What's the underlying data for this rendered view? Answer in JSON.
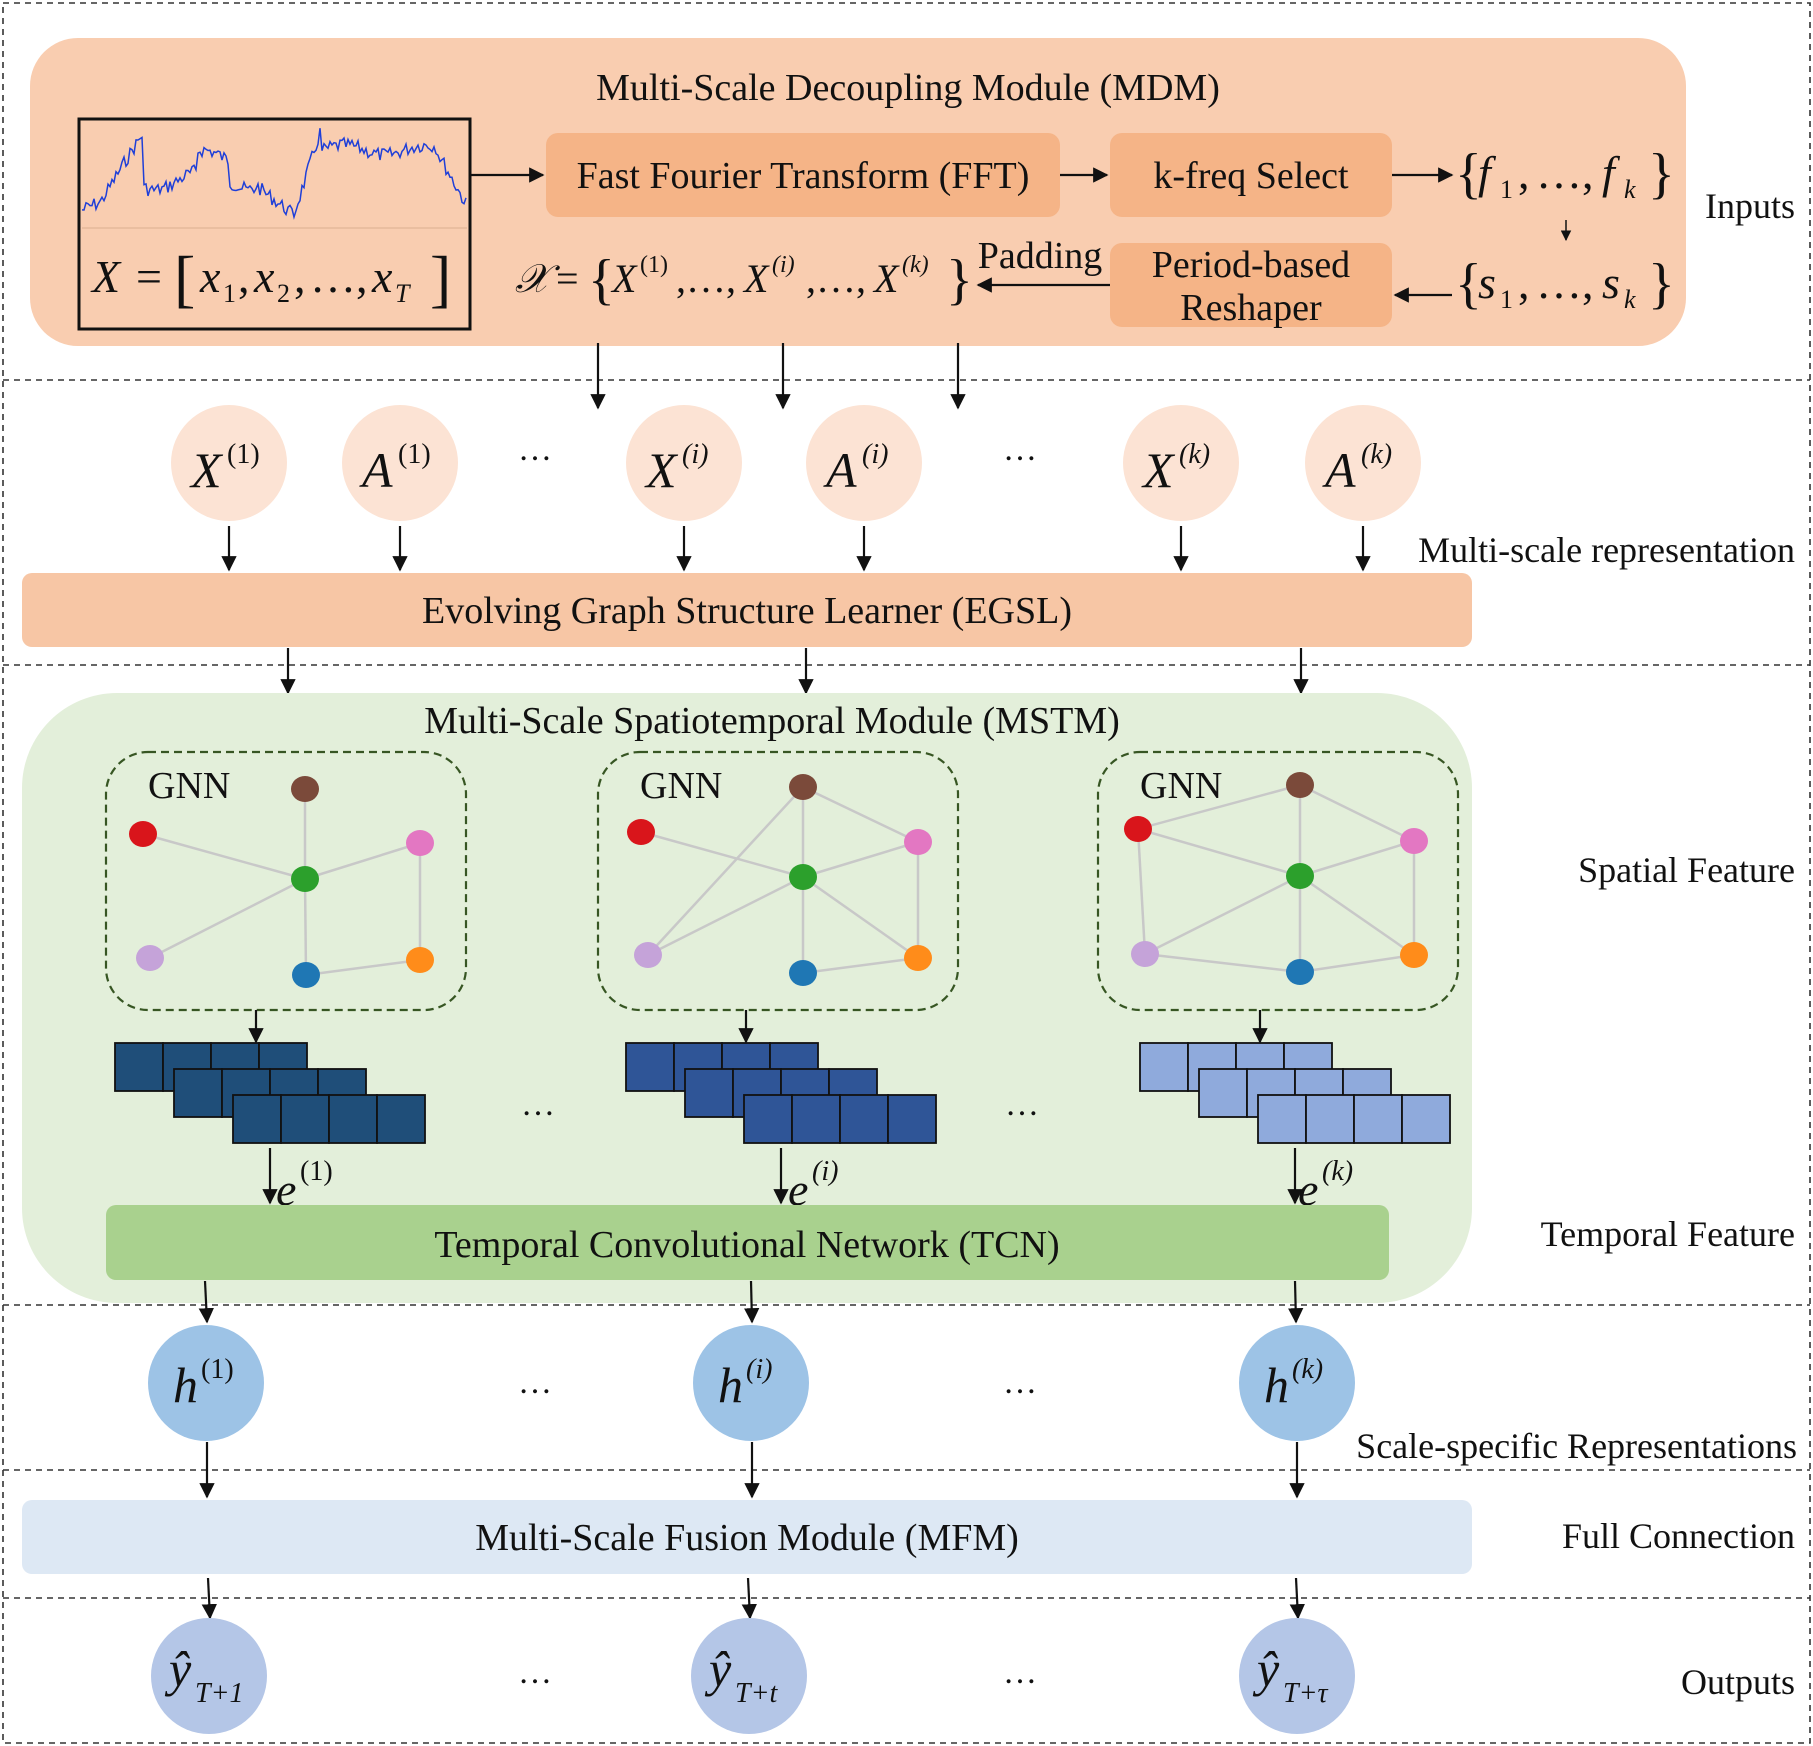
{
  "colors": {
    "mdm_bg": "#f9cdb0",
    "mdm_block": "#f5b487",
    "egsl_bg": "#f7c6a5",
    "node_pale": "#fce3d4",
    "mstm_bg": "#e3efda",
    "tcn": "#a9d18e",
    "h_node": "#9dc3e6",
    "mfm": "#dde8f4",
    "y_node": "#b4c6e7",
    "emb_dark1": "#1f4e79",
    "emb_dark2": "#2f5597",
    "emb_light": "#8faadc",
    "gnn_border": "#375623",
    "series": "#1f3fd8"
  },
  "mdm": {
    "title": "Multi-Scale Decoupling Module (MDM)",
    "input_formula": {
      "lhs": "X",
      "rhs_vars": [
        "x1",
        "x2",
        "xT"
      ]
    },
    "fft": "Fast Fourier Transform (FFT)",
    "kfreq": "k-freq Select",
    "freq_set": "{ f1, …, fk }",
    "period_set": "{ s1, …, sk }",
    "reshaper": [
      "Period-based",
      "Reshaper"
    ],
    "padding": "Padding",
    "decoupled_set": "𝒳 = { X(1), …, X(i), …, X(k) }"
  },
  "side_labels": {
    "inputs": "Inputs",
    "multi_scale_repr": "Multi-scale representation",
    "spatial": "Spatial Feature",
    "temporal": "Temporal Feature",
    "scale_specific": "Scale-specific Representations",
    "full_connection": "Full Connection",
    "outputs": "Outputs"
  },
  "scale_nodes": [
    {
      "base": "X",
      "sup": "(1)"
    },
    {
      "base": "A",
      "sup": "(1)"
    },
    {
      "base": "X",
      "sup": "(i)"
    },
    {
      "base": "A",
      "sup": "(i)"
    },
    {
      "base": "X",
      "sup": "(k)"
    },
    {
      "base": "A",
      "sup": "(k)"
    }
  ],
  "ellipsis": "…",
  "egsl": "Evolving Graph Structure Learner (EGSL)",
  "mstm": {
    "title": "Multi-Scale Spatiotemporal Module (MSTM)",
    "gnn_label": "GNN",
    "embeddings": [
      {
        "base": "e",
        "sup": "(1)"
      },
      {
        "base": "e",
        "sup": "(i)"
      },
      {
        "base": "e",
        "sup": "(k)"
      }
    ],
    "tcn": "Temporal Convolutional Network (TCN)"
  },
  "node_colors": {
    "brown": "#7b4a3a",
    "red": "#d9151b",
    "pink": "#e377c2",
    "green": "#2ca02c",
    "purple": "#c5a3d9",
    "blue": "#1f77b4",
    "orange": "#ff8c1a"
  },
  "h_nodes": [
    {
      "base": "h",
      "sup": "(1)"
    },
    {
      "base": "h",
      "sup": "(i)"
    },
    {
      "base": "h",
      "sup": "(k)"
    }
  ],
  "mfm": "Multi-Scale Fusion Module (MFM)",
  "outputs": [
    {
      "base": "ŷ",
      "sub": "T+1"
    },
    {
      "base": "ŷ",
      "sub": "T+t"
    },
    {
      "base": "ŷ",
      "sub": "T+τ"
    }
  ]
}
